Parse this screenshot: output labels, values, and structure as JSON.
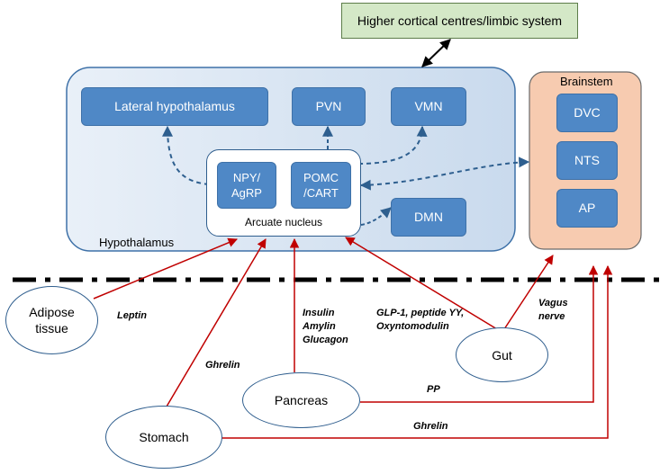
{
  "higher_centres": "Higher cortical centres/limbic system",
  "hypothalamus": {
    "label": "Hypothalamus",
    "lateral": "Lateral hypothalamus",
    "pvn": "PVN",
    "vmn": "VMN",
    "dmn": "DMN",
    "arcuate": {
      "label": "Arcuate nucleus",
      "npy": "NPY/\nAgRP",
      "pomc": "POMC\n/CART"
    }
  },
  "brainstem": {
    "label": "Brainstem",
    "dvc": "DVC",
    "nts": "NTS",
    "ap": "AP"
  },
  "organs": {
    "adipose": "Adipose\ntissue",
    "stomach": "Stomach",
    "pancreas": "Pancreas",
    "gut": "Gut"
  },
  "signals": {
    "leptin": "Leptin",
    "ghrelin_arcuate": "Ghrelin",
    "pancreas_hormones": "Insulin\nAmylin\nGlucagon",
    "gut_hormones": "GLP-1, peptide YY,\nOxyntomodulin",
    "vagus": "Vagus\nnerve",
    "pp": "PP",
    "ghrelin_brainstem": "Ghrelin"
  },
  "colors": {
    "box_blue": "#4f88c6",
    "hypothalamus_fill": "#dbe7f3",
    "brainstem_fill": "#f7cbb0",
    "higher_fill": "#d4e8c7",
    "arrow_red": "#c00000",
    "dashed_blue": "#2e5f8f"
  }
}
